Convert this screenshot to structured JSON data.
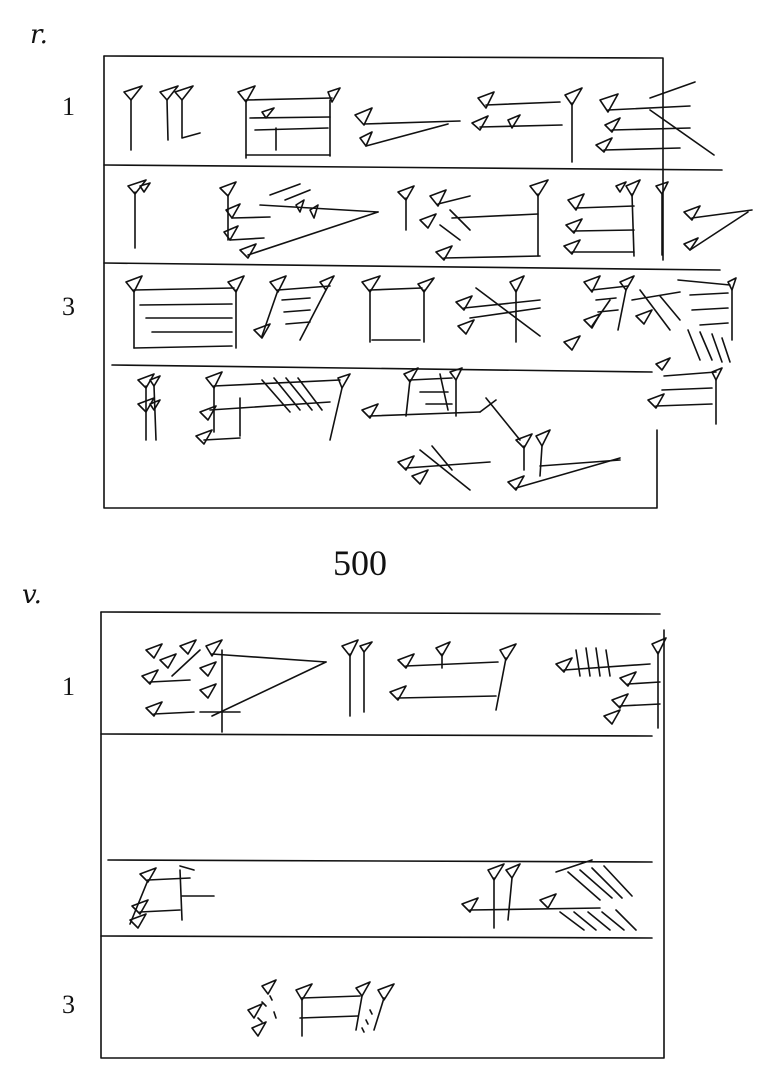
{
  "obverse": {
    "side_label": "r.",
    "line_numbers": [
      "1",
      "3"
    ]
  },
  "tablet_number": "500",
  "reverse": {
    "side_label": "v.",
    "line_numbers": [
      "1",
      "3"
    ]
  }
}
